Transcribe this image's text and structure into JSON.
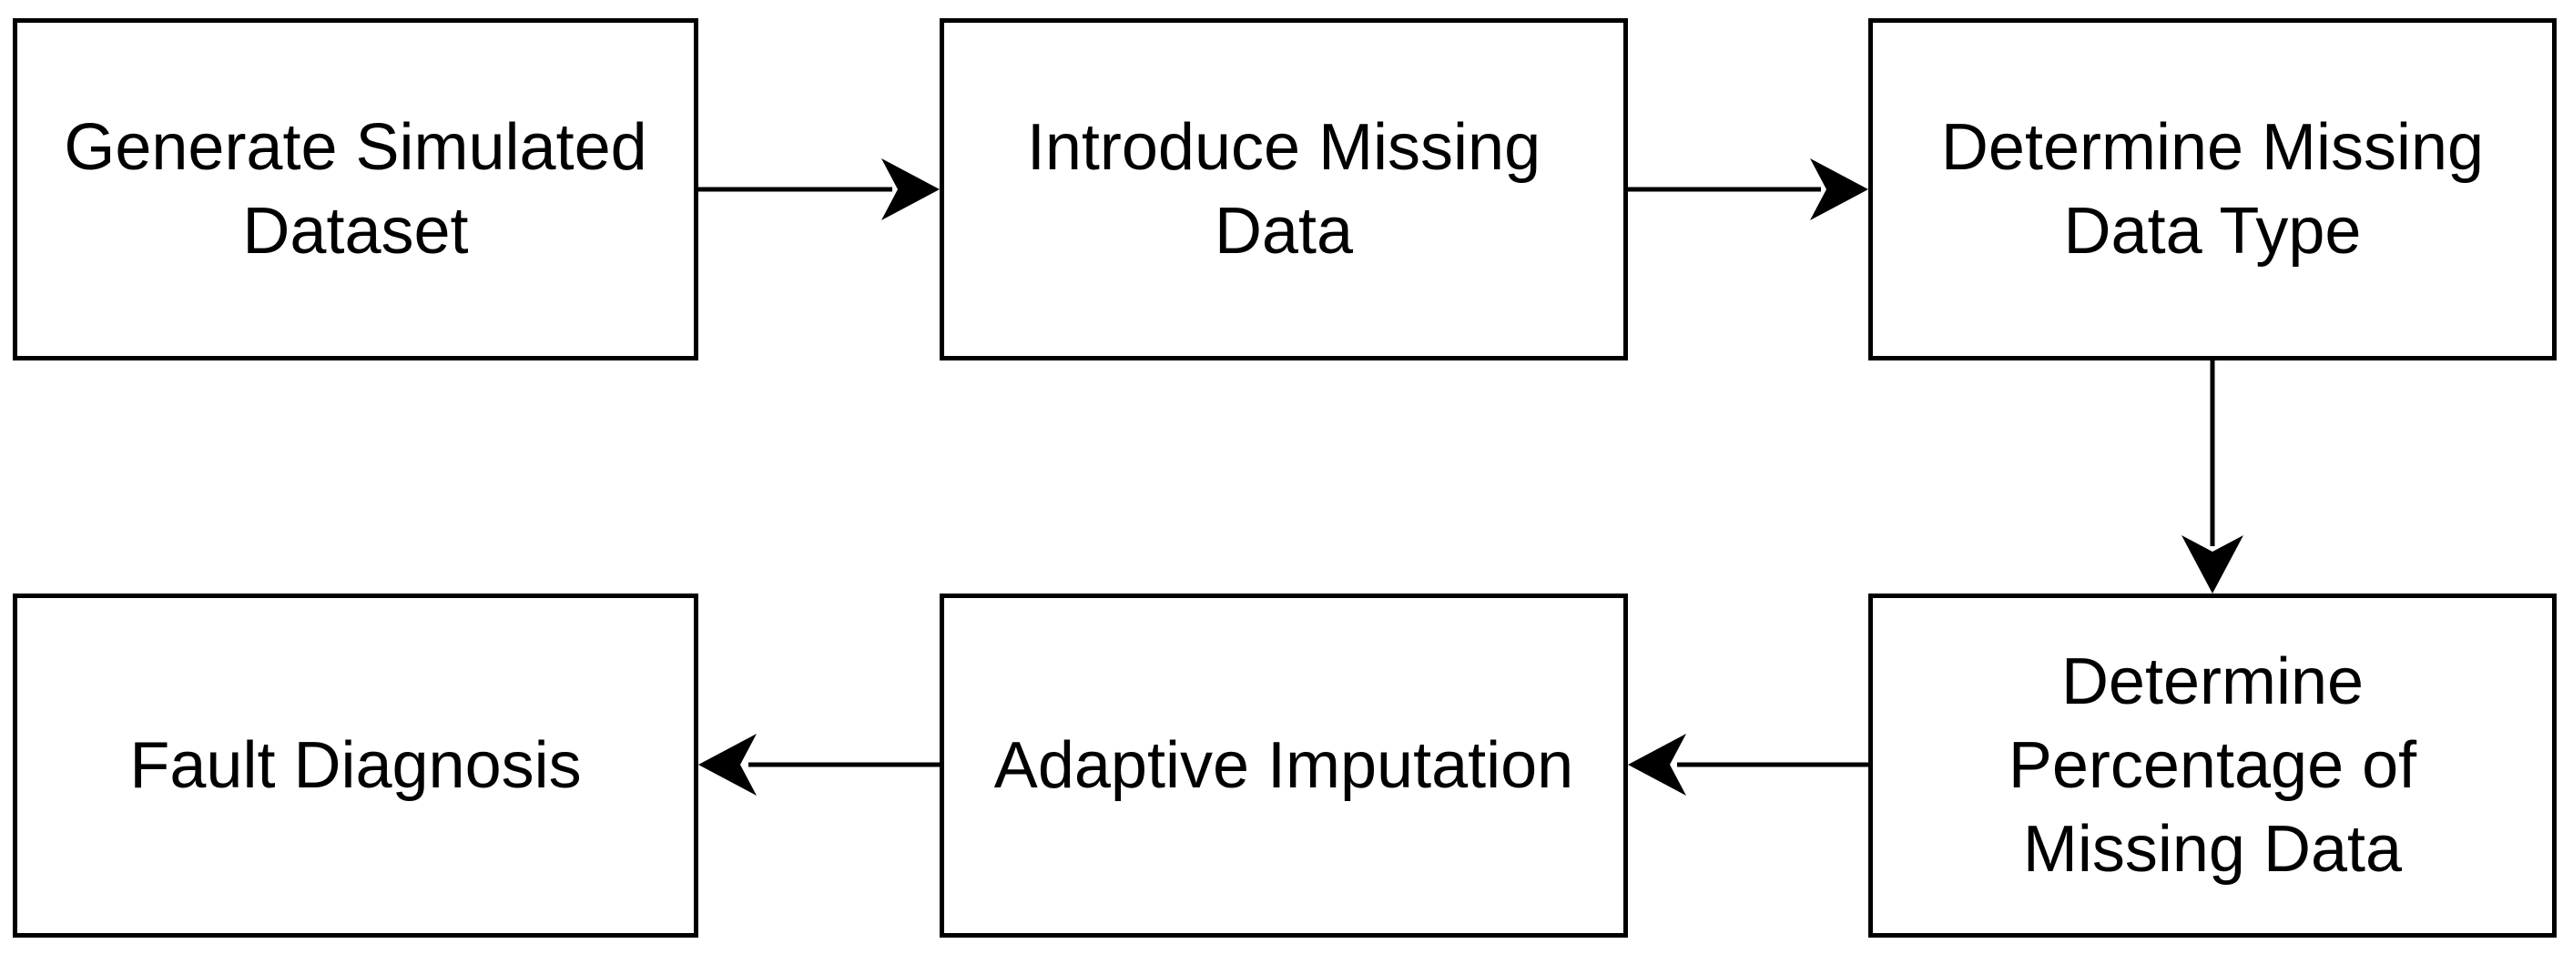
{
  "diagram": {
    "colors": {
      "stroke": "#000000",
      "fill": "#ffffff",
      "text": "#000000"
    },
    "nodes": {
      "generate_simulated_dataset": "Generate Simulated\nDataset",
      "introduce_missing_data": "Introduce Missing\nData",
      "determine_missing_data_type": "Determine Missing\nData Type",
      "determine_percentage_missing": "Determine\nPercentage of\nMissing Data",
      "adaptive_imputation": "Adaptive Imputation",
      "fault_diagnosis": "Fault Diagnosis"
    },
    "edges": [
      {
        "from": "generate_simulated_dataset",
        "to": "introduce_missing_data"
      },
      {
        "from": "introduce_missing_data",
        "to": "determine_missing_data_type"
      },
      {
        "from": "determine_missing_data_type",
        "to": "determine_percentage_missing"
      },
      {
        "from": "determine_percentage_missing",
        "to": "adaptive_imputation"
      },
      {
        "from": "adaptive_imputation",
        "to": "fault_diagnosis"
      }
    ]
  }
}
